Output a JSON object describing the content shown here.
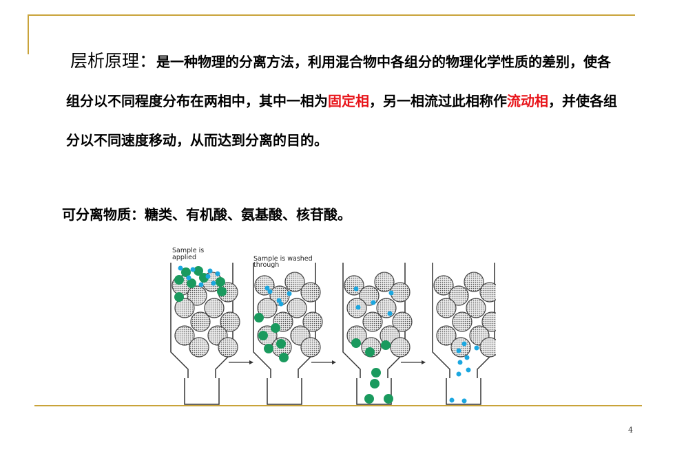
{
  "heading": "层析原理：",
  "paragraph": {
    "part1": "是一种物理的分离方法，利用混合物中各组分的物理化学性质的差别，使各组分以不同程度分布在两相中，其中一相为",
    "term1": "固定相",
    "part2": "，另一相流过此相称作",
    "term2": "流动相",
    "part3": "，并使各组分以不同速度移动，从而达到分离的目的。"
  },
  "separable": "可分离物质：糖类、有机酸、氨基酸、核苷酸。",
  "diagram": {
    "label_applied_1": "Sample is",
    "label_applied_2": "applied",
    "label_washed_1": "Sample is washed",
    "label_washed_2": "through"
  },
  "colors": {
    "rule": "#c9a33a",
    "highlight": "#e8141a",
    "green_component": "#1a9a5e",
    "blue_component": "#1ba7e0",
    "bead_fill": "#d4d4d4"
  },
  "page_number": "4"
}
